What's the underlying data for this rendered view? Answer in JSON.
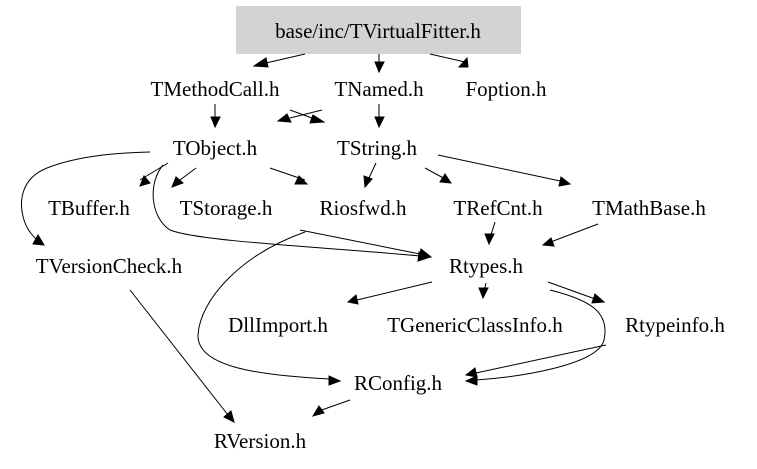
{
  "graph": {
    "root_fill": "#d3d3d3",
    "nodes": {
      "root": "base/inc/TVirtualFitter.h",
      "tmethodcall": "TMethodCall.h",
      "tnamed": "TNamed.h",
      "foption": "Foption.h",
      "tobject": "TObject.h",
      "tstring": "TString.h",
      "tbuffer": "TBuffer.h",
      "tstorage": "TStorage.h",
      "riosfwd": "Riosfwd.h",
      "trefcnt": "TRefCnt.h",
      "tmathbase": "TMathBase.h",
      "tversioncheck": "TVersionCheck.h",
      "rtypes": "Rtypes.h",
      "dllimport": "DllImport.h",
      "tgenericclassinfo": "TGenericClassInfo.h",
      "rtypeinfo": "Rtypeinfo.h",
      "rconfig": "RConfig.h",
      "rversion": "RVersion.h"
    }
  }
}
